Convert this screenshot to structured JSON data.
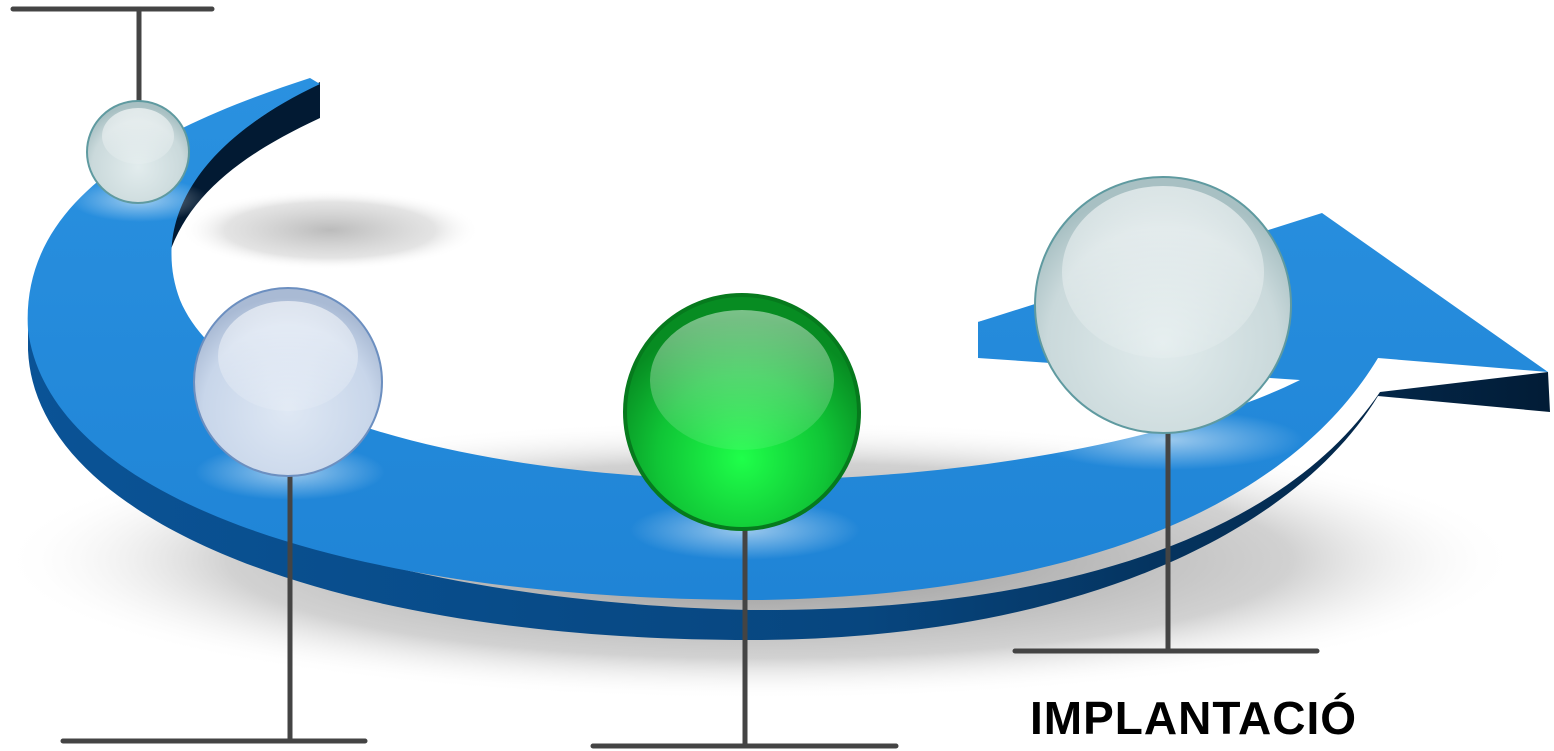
{
  "diagram": {
    "labels": {
      "implantacio": "IMPLANTACIÓ"
    },
    "colors": {
      "arrow_top": "#2189DB",
      "arrow_side": "#0A4F8C",
      "connector": "#444444",
      "sphere_active": "#16C33A",
      "sphere_inactive": "#C9D6E6"
    },
    "steps": [
      {
        "id": 1,
        "state": "inactive"
      },
      {
        "id": 2,
        "state": "inactive"
      },
      {
        "id": 3,
        "state": "active"
      },
      {
        "id": 4,
        "state": "inactive",
        "label_key": "implantacio"
      }
    ]
  }
}
